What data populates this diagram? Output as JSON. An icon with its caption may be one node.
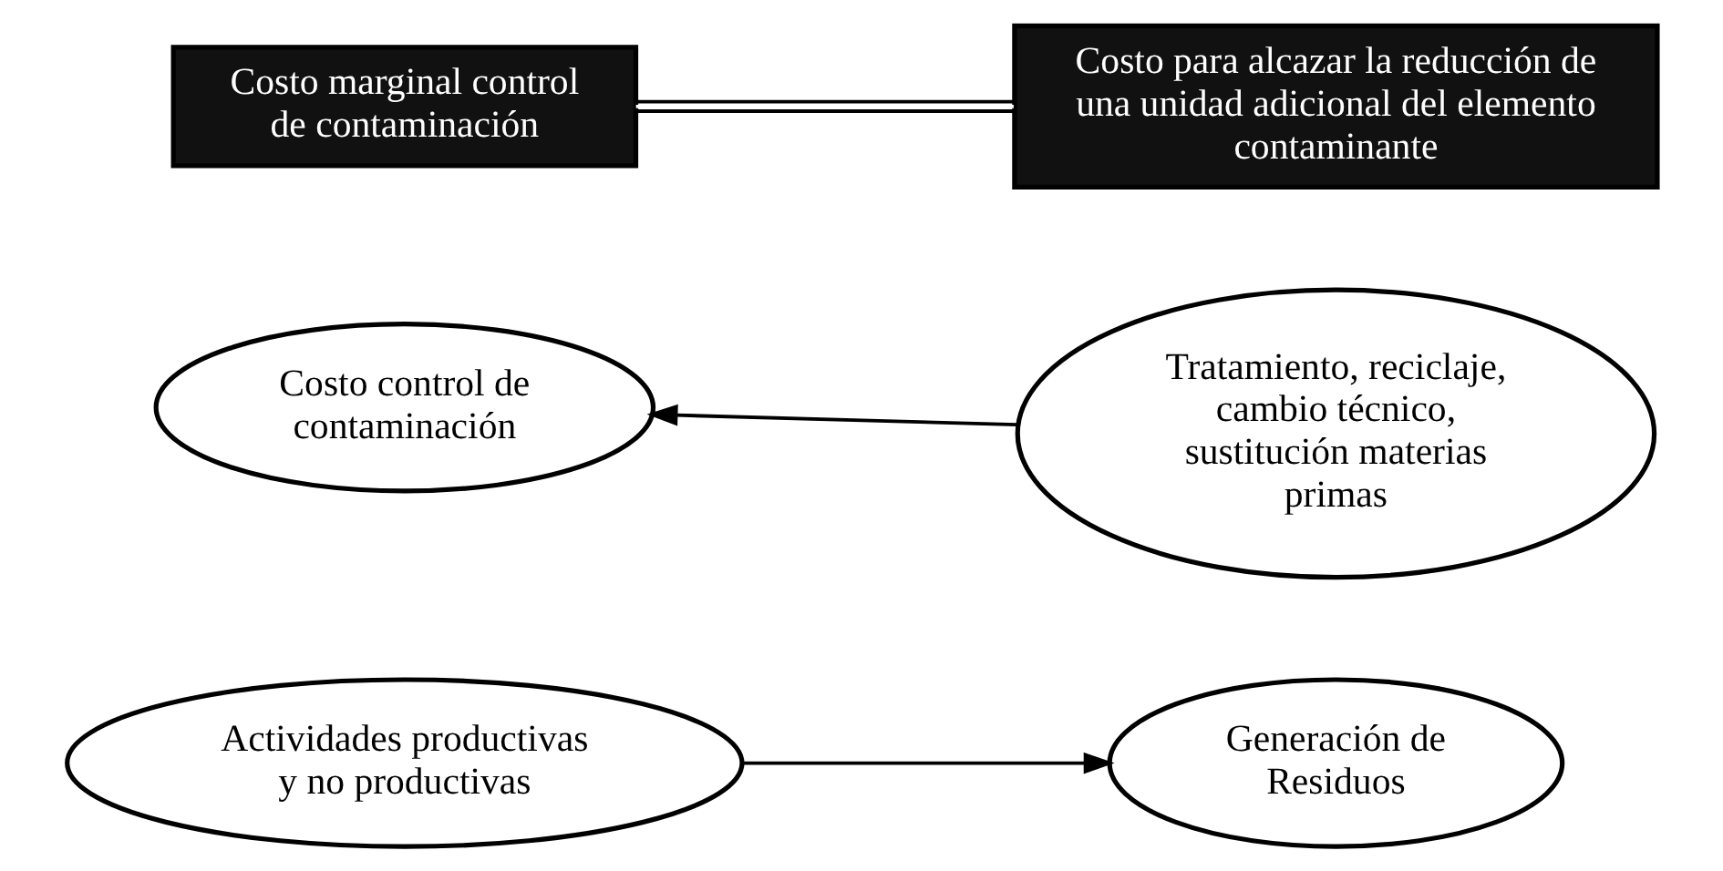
{
  "diagram": {
    "nodes": [
      {
        "text": [
          "Actividades productivas y no productivas"
        ]
      },
      {
        "text": [
          "Generación de Residuos"
        ]
      },
      {
        "text": [
          "Costo control de contaminación"
        ]
      },
      {
        "text": [
          "Tratamiento, reciclaje, cambio técnico, sustitución materias primas"
        ]
      },
      {
        "text": [
          "Costo marginal control de contaminación"
        ]
      },
      {
        "text": [
          "Costo para alcazar la reducción de una unidad adicional del elemento contaminante"
        ]
      }
    ],
    "edges": [
      {
        "from": 0,
        "to": 1,
        "arrow": "to"
      },
      {
        "from": 3,
        "to": 2,
        "arrow": "to"
      },
      {
        "from": 4,
        "to": 5,
        "arrow": "none"
      }
    ]
  }
}
